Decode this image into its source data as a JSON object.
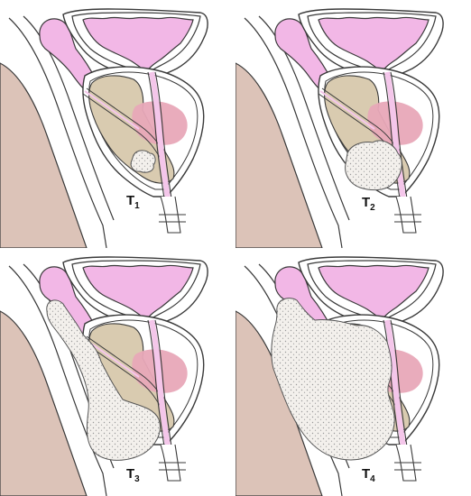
{
  "colors": {
    "flesh": "#dcc3b8",
    "bladder": "#f2b7e6",
    "prostate": "#d9cbb0",
    "urethra": "#f4c6ea",
    "tumor_fill": "#f3f0ec",
    "tumor_dots": "#9a9a9a",
    "pink_zone": "#e8a8b8",
    "line": "#3a3a3a",
    "outline_blue": "#6a72c8"
  },
  "panels": [
    {
      "stage": "T",
      "sub": "1",
      "tumor_size": "small"
    },
    {
      "stage": "T",
      "sub": "2",
      "tumor_size": "medium"
    },
    {
      "stage": "T",
      "sub": "3",
      "tumor_size": "large"
    },
    {
      "stage": "T",
      "sub": "4",
      "tumor_size": "extensive"
    }
  ]
}
